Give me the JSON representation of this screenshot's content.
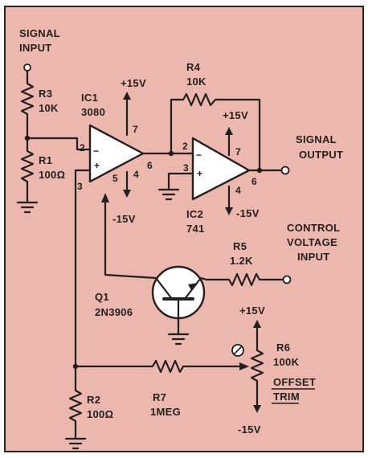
{
  "signal_input": [
    "SIGNAL",
    "INPUT"
  ],
  "r3": {
    "ref": "R3",
    "value": "10K"
  },
  "r1": {
    "ref": "R1",
    "value": "100Ω"
  },
  "ic1": {
    "ref": "IC1",
    "part": "3080",
    "supply_pos": "+15V",
    "supply_neg": "-15V",
    "pins": {
      "inv": "2",
      "noninv": "3",
      "out": "6",
      "vpos": "7",
      "vneg": "4",
      "iabc": "5"
    }
  },
  "r4": {
    "ref": "R4",
    "value": "10K"
  },
  "ic2": {
    "ref": "IC2",
    "part": "741",
    "supply_pos": "+15V",
    "supply_neg": "-15V",
    "pins": {
      "inv": "2",
      "noninv": "3",
      "out": "6",
      "vpos": "7",
      "vneg": "4"
    }
  },
  "signal_output": [
    "SIGNAL",
    "OUTPUT"
  ],
  "control_input": [
    "CONTROL",
    "VOLTAGE",
    "INPUT"
  ],
  "r5": {
    "ref": "R5",
    "value": "1.2K"
  },
  "q1": {
    "ref": "Q1",
    "part": "2N3906"
  },
  "r6": {
    "ref": "R6",
    "value": "100K",
    "name": [
      "OFFSET",
      "TRIM"
    ],
    "supply_pos": "+15V",
    "supply_neg": "-15V"
  },
  "r7": {
    "ref": "R7",
    "value": "1MEG"
  },
  "r2": {
    "ref": "R2",
    "value": "100Ω"
  },
  "plus_sign": "+",
  "minus_sign": "−"
}
